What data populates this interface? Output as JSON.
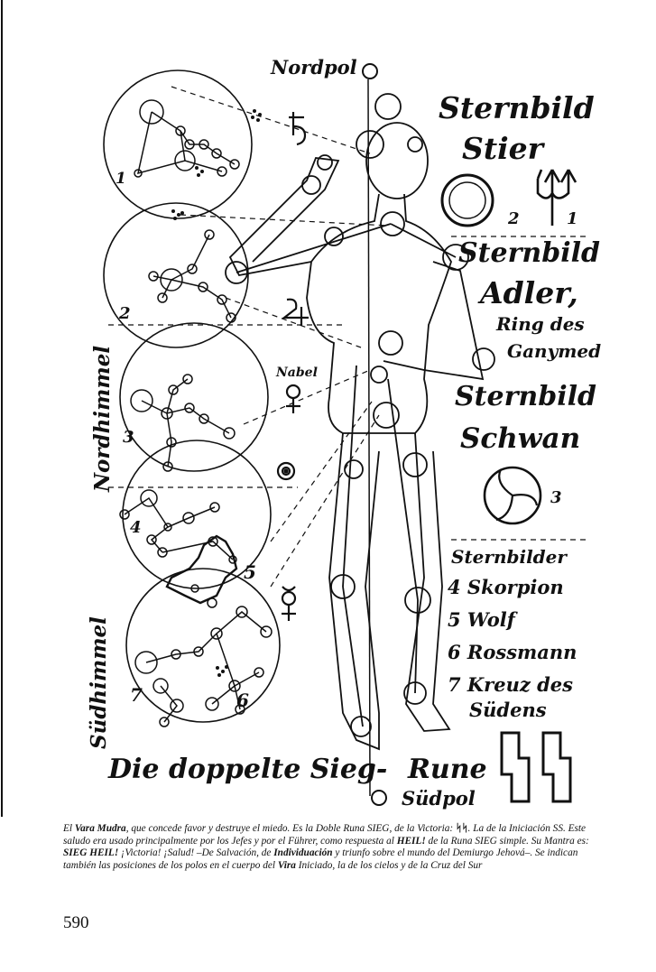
{
  "labels": {
    "nordpol": "Nordpol",
    "suedpol": "Südpol",
    "nabel": "Nabel",
    "sternbild_stier_1": "Sternbild",
    "sternbild_stier_2": "Stier",
    "sternbild_adler_1": "Sternbild",
    "sternbild_adler_2": "Adler,",
    "ring_1": "Ring des",
    "ring_2": "Ganymed",
    "sternbild_schwan_1": "Sternbild",
    "sternbild_schwan_2": "Schwan",
    "sternbilder": "Sternbilder",
    "list_4": "4 Skorpion",
    "list_5": "5 Wolf",
    "list_6": "6 Rossmann",
    "list_7a": "7 Kreuz des",
    "list_7b": "Südens",
    "nordhimmel": "Nordhimmel",
    "suedhimmel": "Südhimmel",
    "doppelte_1": "Die doppelte Sieg-",
    "doppelte_2": "Rune",
    "num_1": "1",
    "num_2": "2",
    "num_3": "3",
    "num_4": "4",
    "num_5": "5",
    "num_6": "6",
    "num_7": "7",
    "mark_2": "2",
    "mark_1": "1",
    "mark_3": "3",
    "planet_5": "5"
  },
  "caption": {
    "p1": "El ",
    "vara": "Vara Mudra",
    "p2": ", que concede favor y destruye el miedo. Es la Doble Runa SIEG, de la Victoria:",
    "runes": "ᛋᛋ",
    "p3": ". La de la Iniciación SS. Este saludo era usado principalmente por los Jefes y por el Führer, como respuesta al ",
    "heil1": "HEIL!",
    "p4": " de la Runa SIEG simple. Su Mantra es: ",
    "heil2": "SIEG HEIL!",
    "p5": " ¡Victoria! ¡Salud! –De Salvación, de ",
    "indiv": "Individuación",
    "p6": " y triunfo sobre el mundo del Demiurgo Jehová–. Se indican también las posiciones de los polos en el cuerpo del ",
    "vira": "Vira",
    "p7": " Iniciado, la de los cielos y de la Cruz del Sur"
  },
  "page_number": "590"
}
